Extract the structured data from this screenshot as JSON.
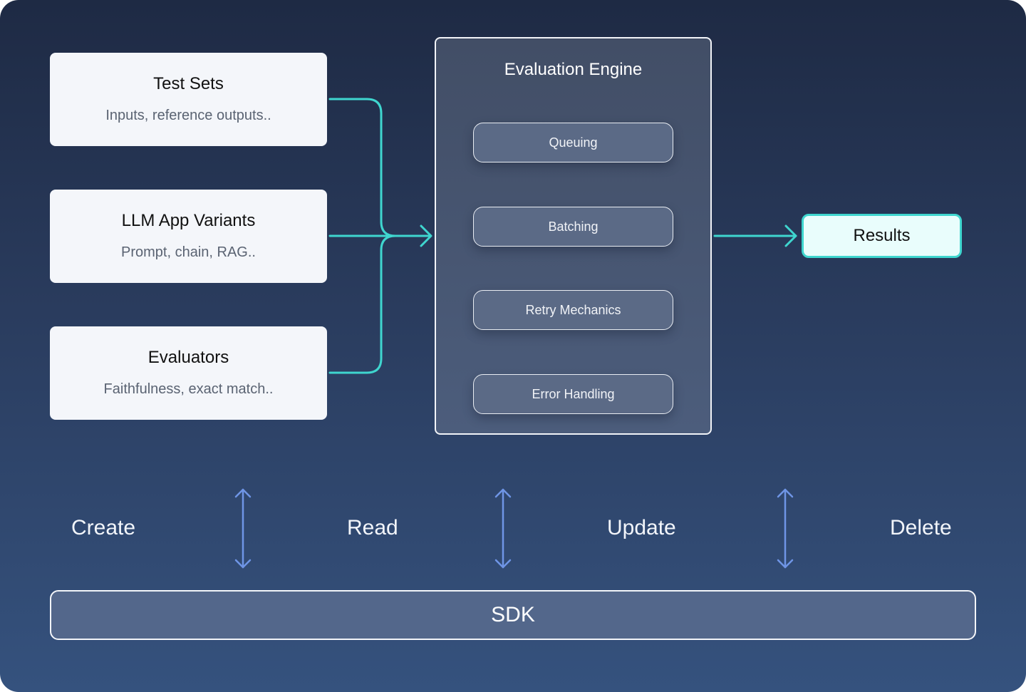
{
  "inputs": [
    {
      "title": "Test Sets",
      "subtitle": "Inputs, reference outputs.."
    },
    {
      "title": "LLM App Variants",
      "subtitle": "Prompt, chain, RAG.."
    },
    {
      "title": "Evaluators",
      "subtitle": "Faithfulness, exact match.."
    }
  ],
  "engine": {
    "title": "Evaluation Engine",
    "steps": [
      "Queuing",
      "Batching",
      "Retry Mechanics",
      "Error Handling"
    ]
  },
  "results": {
    "label": "Results"
  },
  "crud": [
    "Create",
    "Read",
    "Update",
    "Delete"
  ],
  "sdk": {
    "label": "SDK"
  },
  "colors": {
    "accent": "#3fd6cf",
    "arrow_blue": "#6f95e6",
    "background_top": "#1e2a44",
    "background_bottom": "#35527e"
  }
}
